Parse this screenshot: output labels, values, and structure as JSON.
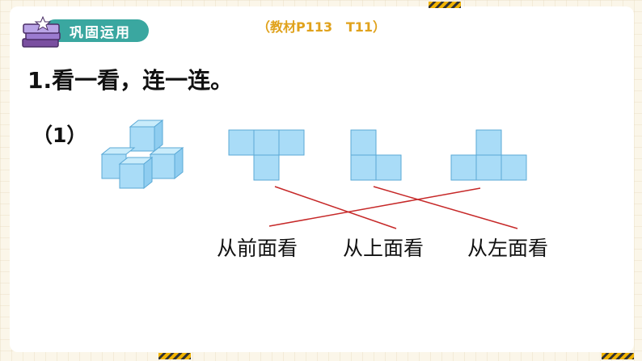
{
  "header": {
    "section_title": "巩固运用",
    "source_ref": "（教材P113   T11）"
  },
  "question": {
    "title": "1.看一看，连一连。",
    "part_label": "（1）"
  },
  "views": [
    {
      "label": "从前面看"
    },
    {
      "label": "从上面看"
    },
    {
      "label": "从左面看"
    }
  ],
  "colors": {
    "background": "#fbf6e9",
    "badge": "#3aa7a0",
    "source_ref": "#e0a21c",
    "cube_face": "#a9dcf7",
    "cube_top": "#c9ecfb",
    "cube_side": "#8fcdf0",
    "cube_edge": "#5aa9d6",
    "connector_line": "#c62828"
  },
  "icons": {
    "header_icon": "stacked-books-icon"
  }
}
